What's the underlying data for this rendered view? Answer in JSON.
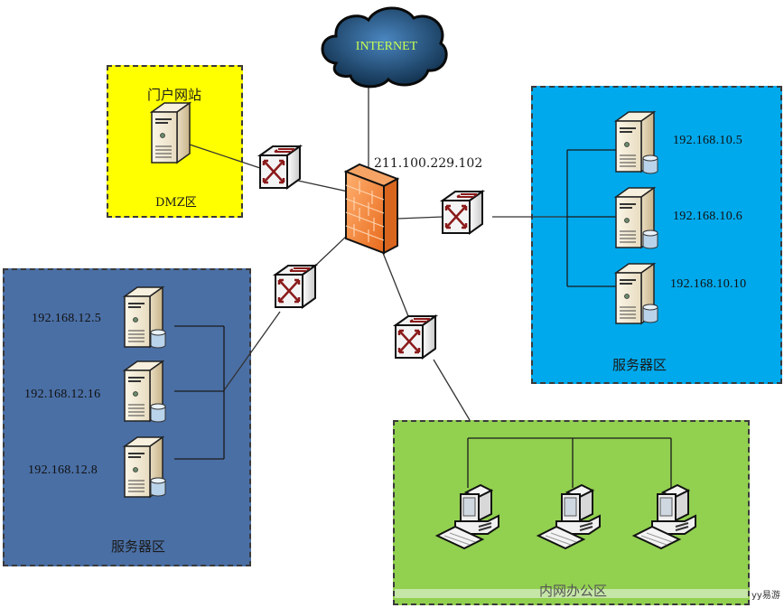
{
  "title": "网络拓扑图",
  "internet": {
    "label": "INTERNET",
    "ip": "211.100.229.102"
  },
  "colors": {
    "dmz_zone": "#ffff00",
    "server_zone_right": "#00a9ec",
    "server_zone_left": "#4a6fa5",
    "office_zone": "#92d050",
    "firewall": "#f08a3c",
    "switch_arrow": "#8b1a1a",
    "cloud": "#2b5f8f",
    "internet_text": "#c8ff50"
  },
  "zones": {
    "dmz": {
      "title": "门户网站",
      "label": "DMZ区"
    },
    "server_right": {
      "label": "服务器区",
      "servers": [
        "192.168.10.5",
        "192.168.10.6",
        "192.168.10.10"
      ]
    },
    "server_left": {
      "label": "服务器区",
      "servers": [
        "192.168.12.5",
        "192.168.12.16",
        "192.168.12.8"
      ]
    },
    "office": {
      "label": "内网办公区",
      "pc_count": 3
    }
  },
  "watermark": "yy易游"
}
